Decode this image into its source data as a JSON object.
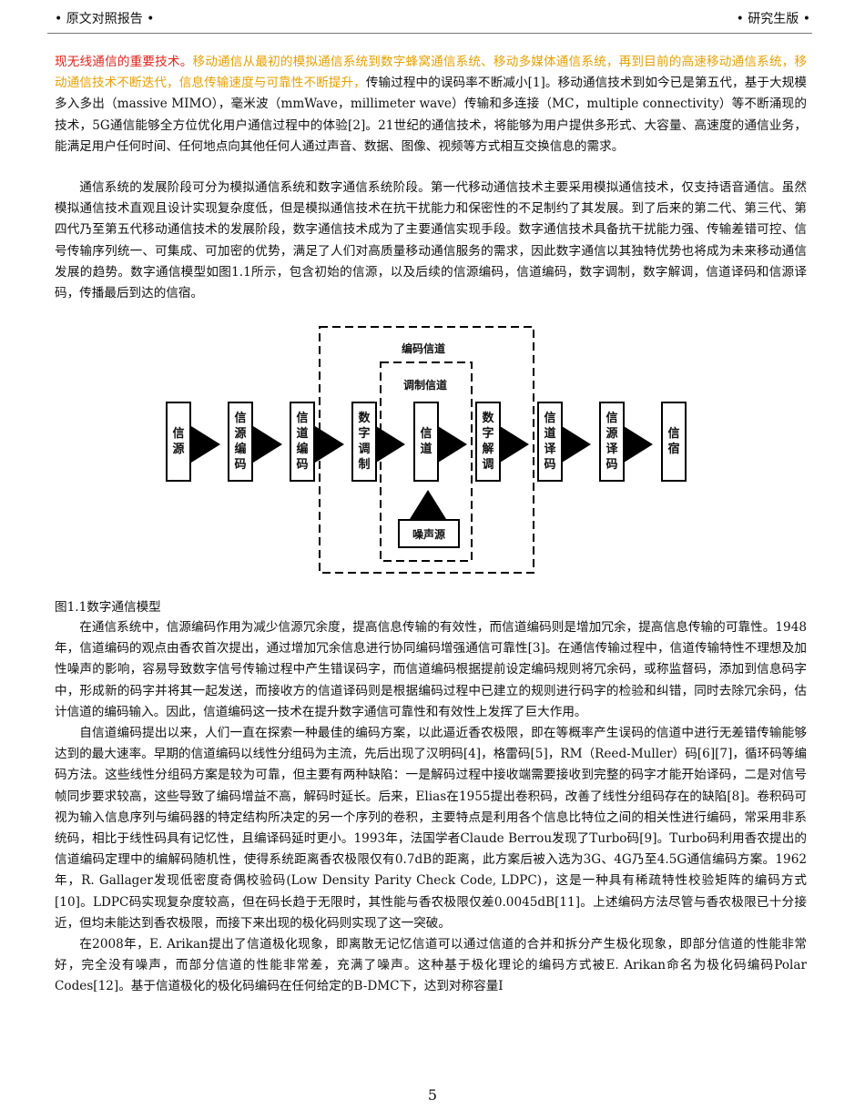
{
  "header": {
    "left": "• 原文对照报告 •",
    "right": "• 研究生版 •"
  },
  "p1": {
    "red": "现无线通信的重要技术。",
    "orange": "移动通信从最初的模拟通信系统到数字蜂窝通信系统、移动多媒体通信系统，再到目前的高速移动通信系统，移动通信技术不断迭代，信息传输速度与可靠性不断提升，",
    "rest": "传输过程中的误码率不断减小[1]。移动通信技术到如今已是第五代，基于大规模多入多出（massive MIMO），毫米波（mmWave，millimeter wave）传输和多连接（MC，multiple connectivity）等不断涌现的技术，5G通信能够全方位优化用户通信过程中的体验[2]。21世纪的通信技术，将能够为用户提供多形式、大容量、高速度的通信业务，能满足用户任何时间、任何地点向其他任何人通过声音、数据、图像、视频等方式相互交换信息的需求。"
  },
  "p2": "通信系统的发展阶段可分为模拟通信系统和数字通信系统阶段。第一代移动通信技术主要采用模拟通信技术，仅支持语音通信。虽然模拟通信技术直观且设计实现复杂度低，但是模拟通信技术在抗干扰能力和保密性的不足制约了其发展。到了后来的第二代、第三代、第四代乃至第五代移动通信技术的发展阶段，数字通信技术成为了主要通信实现手段。数字通信技术具备抗干扰能力强、传输差错可控、信号传输序列统一、可集成、可加密的优势，满足了人们对高质量移动通信服务的需求，因此数字通信以其独特优势也将成为未来移动通信发展的趋势。数字通信模型如图1.1所示，包含初始的信源，以及后续的信源编码，信道编码，数字调制，数字解调，信道译码和信源译码，传播最后到达的信宿。",
  "figure": {
    "outer_label": "编码信道",
    "inner_label": "调制信道",
    "noise": "噪声源",
    "blocks": [
      "信源",
      "信源编码",
      "信道编码",
      "数字调制",
      "信道",
      "数字解调",
      "信道译码",
      "信源译码",
      "信宿"
    ],
    "caption": "图1.1数字通信模型"
  },
  "p3": "在通信系统中，信源编码作用为减少信源冗余度，提高信息传输的有效性，而信道编码则是增加冗余，提高信息传输的可靠性。1948年，信道编码的观点由香农首次提出，通过增加冗余信息进行协同编码增强通信可靠性[3]。在通信传输过程中，信道传输特性不理想及加性噪声的影响，容易导致数字信号传输过程中产生错误码字，而信道编码根据提前设定编码规则将冗余码，或称监督码，添加到信息码字中，形成新的码字并将其一起发送，而接收方的信道译码则是根据编码过程中已建立的规则进行码字的检验和纠错，同时去除冗余码，估计信道的编码输入。因此，信道编码这一技术在提升数字通信可靠性和有效性上发挥了巨大作用。",
  "p4": "自信道编码提出以来，人们一直在探索一种最佳的编码方案，以此逼近香农极限，即在等概率产生误码的信道中进行无差错传输能够达到的最大速率。早期的信道编码以线性分组码为主流，先后出现了汉明码[4]，格雷码[5]，RM（Reed-Muller）码[6][7]，循环码等编码方法。这些线性分组码方案是较为可靠，但主要有两种缺陷：一是解码过程中接收端需要接收到完整的码字才能开始译码，二是对信号帧同步要求较高，这些导致了编码增益不高，解码时延长。后来，Elias在1955提出卷积码，改善了线性分组码存在的缺陷[8]。卷积码可视为输入信息序列与编码器的特定结构所决定的另一个序列的卷积，主要特点是利用各个信息比特位之间的相关性进行编码，常采用非系统码，相比于线性码具有记忆性，且编译码延时更小。1993年，法国学者Claude Berrou发现了Turbo码[9]。Turbo码利用香农提出的信道编码定理中的编解码随机性，使得系统距离香农极限仅有0.7dB的距离，此方案后被入选为3G、4G乃至4.5G通信编码方案。1962年，R. Gallager发现低密度奇偶校验码(Low Density Parity Check Code, LDPC)，这是一种具有稀疏特性校验矩阵的编码方式[10]。LDPC码实现复杂度较高，但在码长趋于无限时，其性能与香农极限仅差0.0045dB[11]。上述编码方法尽管与香农极限已十分接近，但均未能达到香农极限，而接下来出现的极化码则实现了这一突破。",
  "p5": "在2008年，E. Arikan提出了信道极化现象，即离散无记忆信道可以通过信道的合并和拆分产生极化现象，即部分信道的性能非常好，完全没有噪声，而部分信道的性能非常差，充满了噪声。这种基于极化理论的编码方式被E. Arikan命名为极化码编码Polar Codes[12]。基于信道极化的极化码编码在任何给定的B-DMC下，达到对称容量I",
  "page_number": "5"
}
